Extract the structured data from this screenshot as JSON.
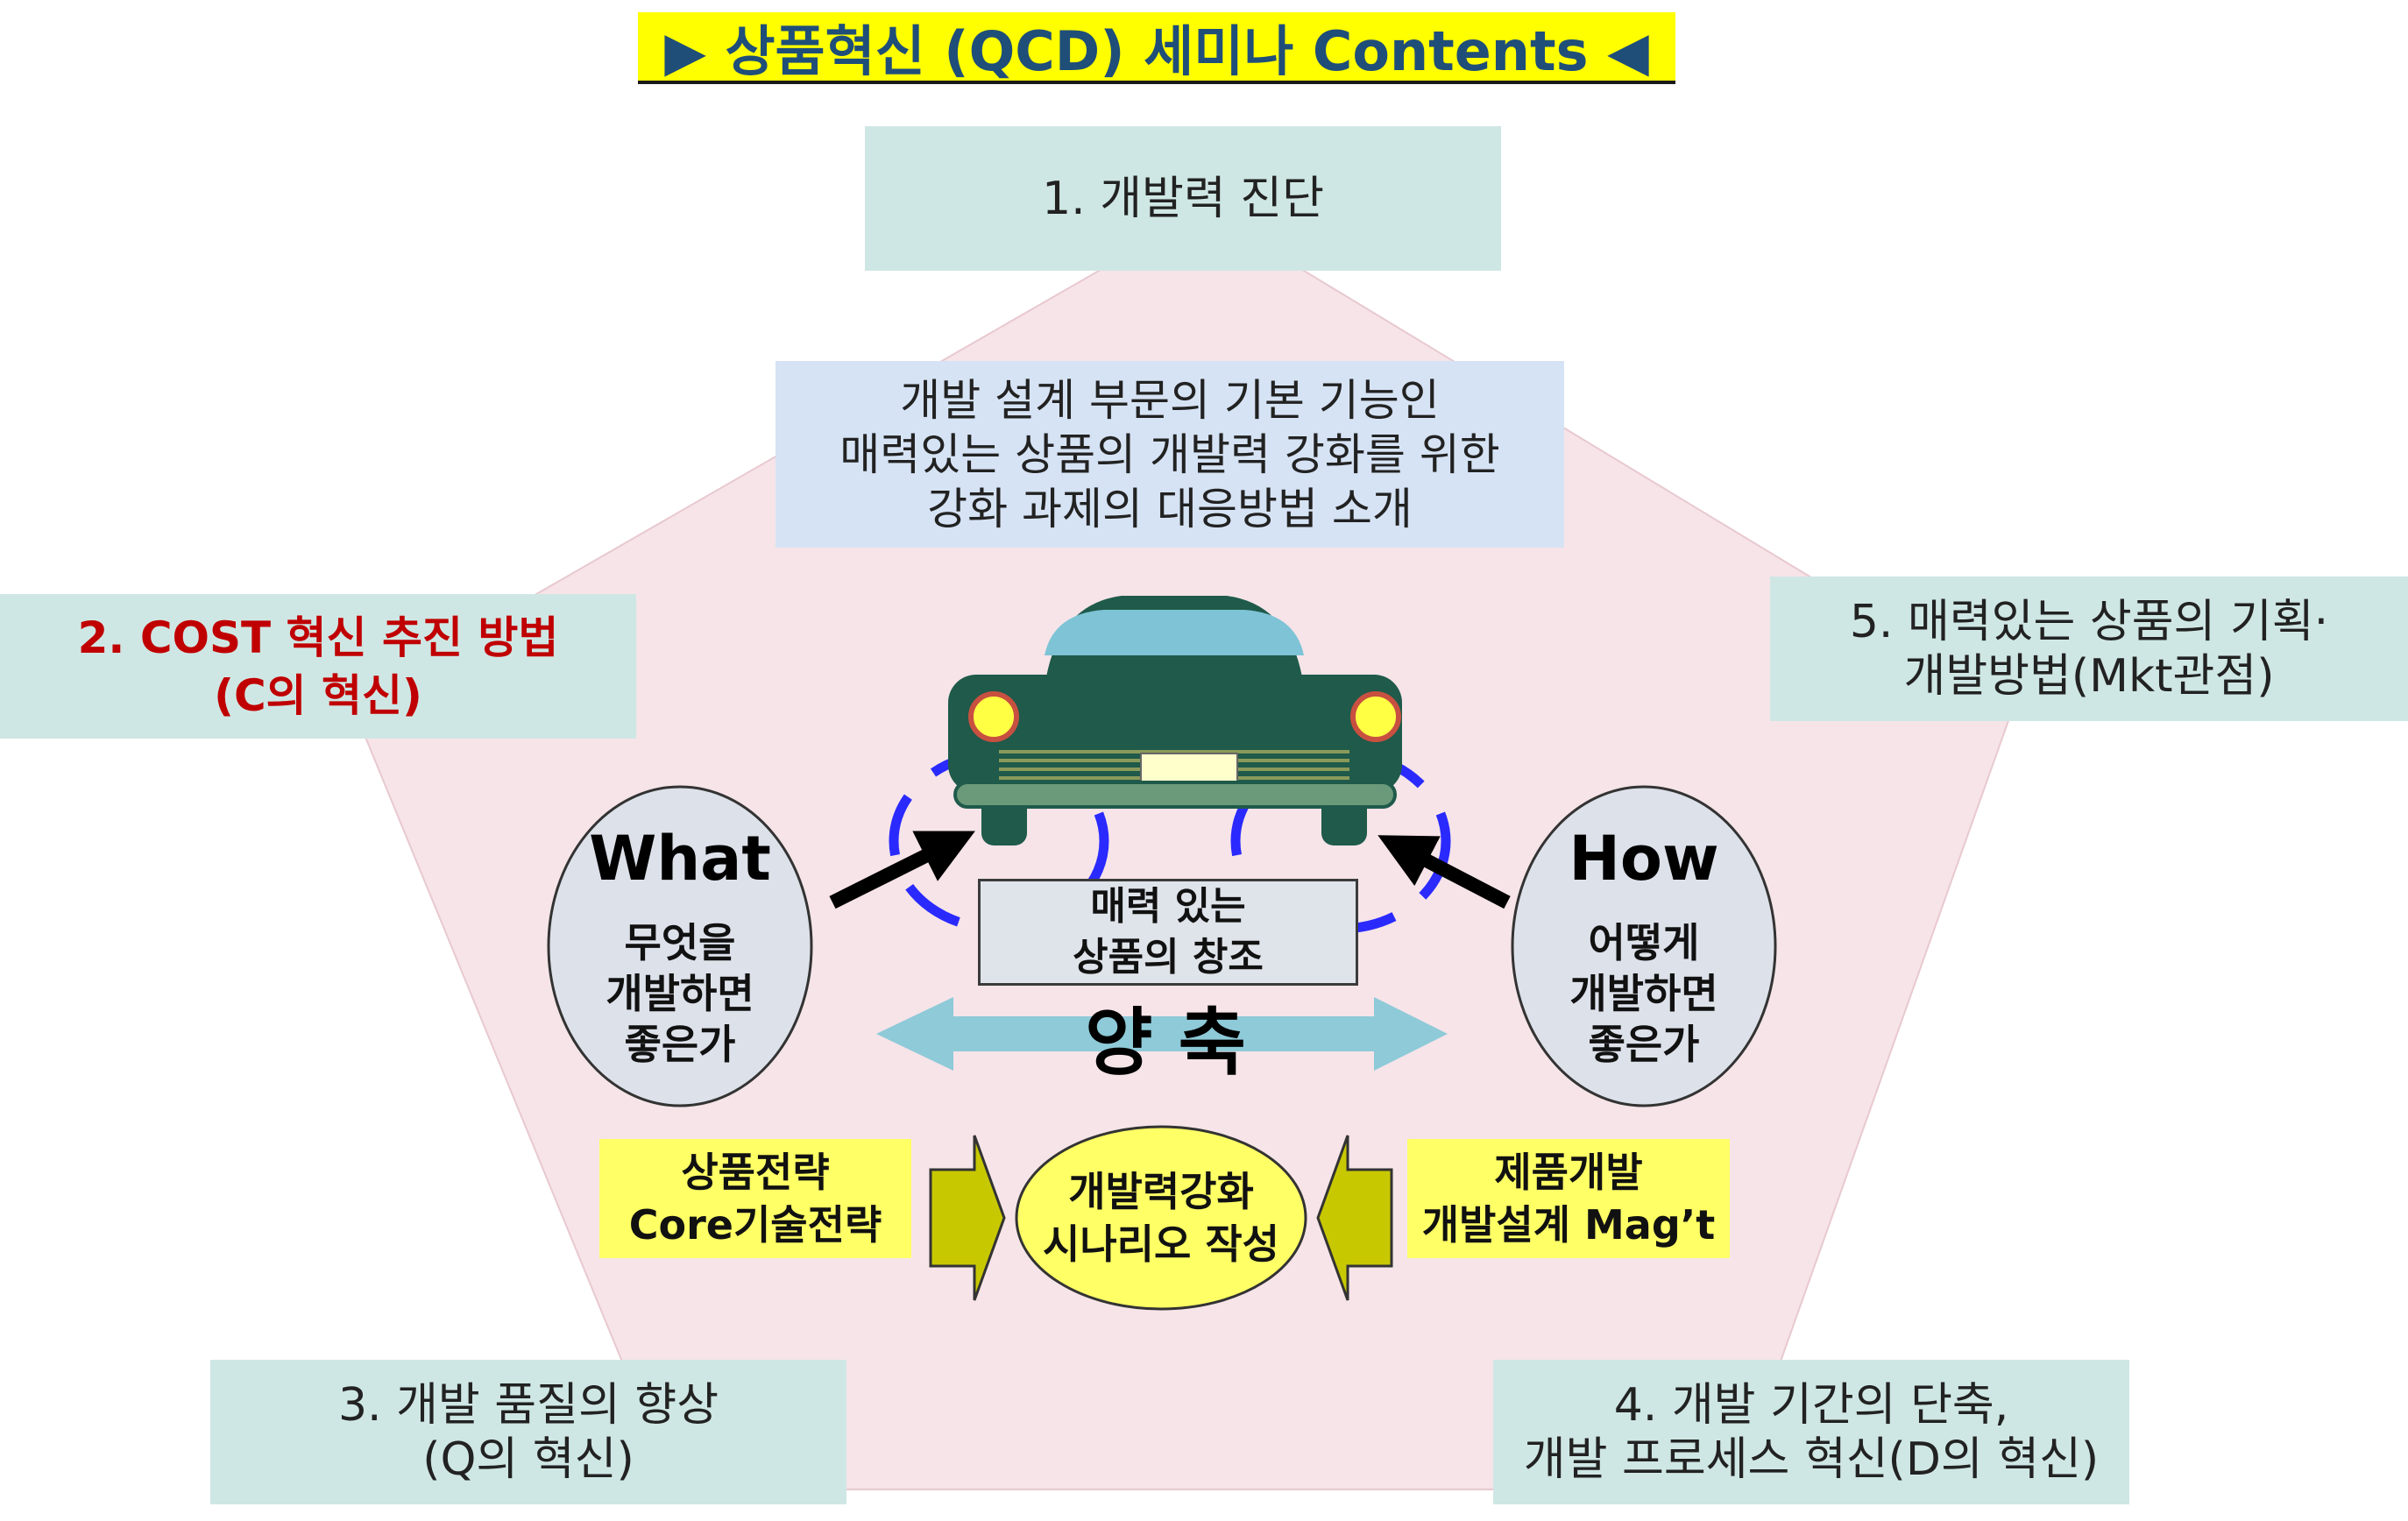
{
  "title": "▶ 상품혁신 (QCD) 세미나 Contents ◀",
  "intro": {
    "lines": [
      "개발 설계 부문의 기본 기능인",
      "매력있는 상품의 개발력 강화를 위한",
      "강화 과제의 대응방법 소개"
    ]
  },
  "topics": {
    "t1": {
      "lines": [
        "1. 개발력 진단"
      ]
    },
    "t2": {
      "lines": [
        "2. COST 혁신 추진 방법",
        "(C의 혁신)"
      ],
      "color": "#c00000"
    },
    "t3": {
      "lines": [
        "3. 개발 품질의 향상",
        "(Q의 혁신)"
      ]
    },
    "t4": {
      "lines": [
        "4. 개발 기간의 단축,",
        "개발 프로세스 혁신(D의 혁신)"
      ]
    },
    "t5": {
      "lines": [
        "5. 매력있는 상품의 기획·",
        "개발방법(Mkt관점)"
      ]
    }
  },
  "what": {
    "title": "What",
    "lines": [
      "무엇을",
      "개발하면",
      "좋은가"
    ]
  },
  "how": {
    "title": "How",
    "lines": [
      "어떻게",
      "개발하면",
      "좋은가"
    ]
  },
  "center_box": {
    "lines": [
      "매력 있는",
      "상품의 창조"
    ]
  },
  "axis_label": "양 축",
  "left_strategy": {
    "lines": [
      "상품전략",
      "Core기술전략"
    ]
  },
  "right_strategy": {
    "lines": [
      "제품개발",
      "개발설계 Mag’t"
    ]
  },
  "scenario": {
    "lines": [
      "개발력강화",
      "시나리오 작성"
    ]
  },
  "colors": {
    "pentagon": "#f6e4e8",
    "teal_box": "#cfe7e4",
    "intro_box": "#d6e3f4",
    "title_bg": "#ffff00",
    "title_text": "#1f4e79",
    "yellow_box": "#ffff66",
    "scenario_oval": "#ffff66",
    "car_body": "#1f5a4a",
    "windshield": "#7ec3d6",
    "dashed_circle": "#2a2aff",
    "axis_arrow": "#8ecad8",
    "hollow_arrow": "#c8c800"
  }
}
